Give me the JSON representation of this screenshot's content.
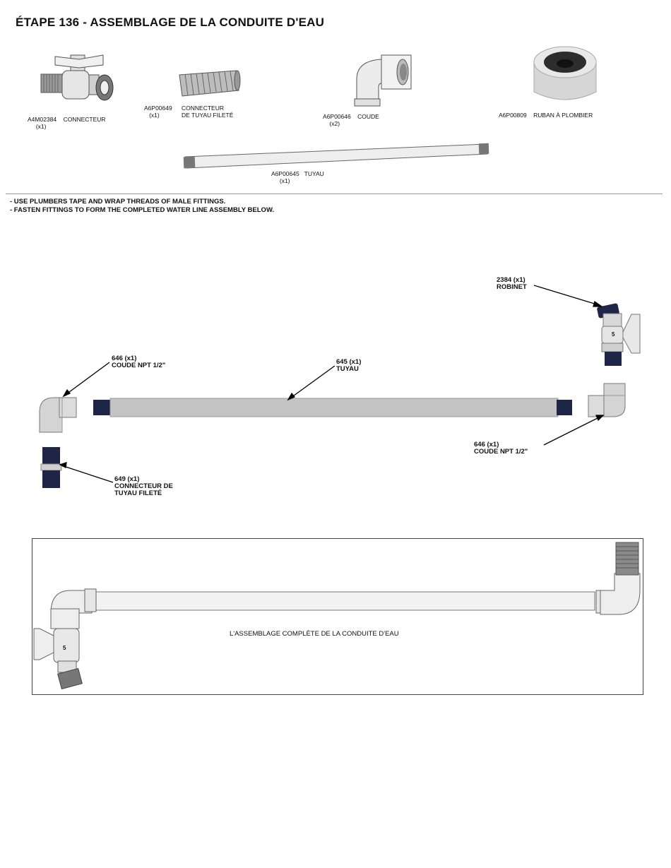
{
  "title": "ÉTAPE 136 - ASSEMBLAGE DE LA CONDUITE D'EAU",
  "parts": [
    {
      "code": "A4M02384",
      "qty": "(x1)",
      "name": "CONNECTEUR"
    },
    {
      "code": "A6P00649",
      "qty": "(x1)",
      "name": "CONNECTEUR\nDE TUYAU FILETÉ"
    },
    {
      "code": "A6P00646",
      "qty": "(x2)",
      "name": "COUDE"
    },
    {
      "code": "A6P00809",
      "qty": "",
      "name": "RUBAN À PLOMBIER"
    },
    {
      "code": "A6P00645",
      "qty": "(x1)",
      "name": "TUYAU"
    }
  ],
  "instructions": [
    "- USE PLUMBERS TAPE AND WRAP THREADS OF MALE FITTINGS.",
    "- FASTEN FITTINGS TO FORM THE COMPLETED WATER LINE ASSEMBLY BELOW."
  ],
  "callouts": {
    "robinet": "2384 (x1)\nROBINET",
    "coude_left": "646 (x1)\nCOUDE NPT 1/2\"",
    "tuyau": "645 (x1)\nTUYAU",
    "coude_right": "646 (x1)\nCOUDE NPT 1/2\"",
    "connecteur": "649 (x1)\nCONNECTEUR DE\nTUYAU FILETÉ"
  },
  "valve_mark": "5",
  "assembly_caption": "L'ASSEMBLAGE COMPLÈTE DE LA CONDUITE D'EAU",
  "colors": {
    "pipe": "#c4c4c4",
    "thread": "#1e2546",
    "fitting": "#d8d8d8",
    "arrow": "#000000"
  }
}
